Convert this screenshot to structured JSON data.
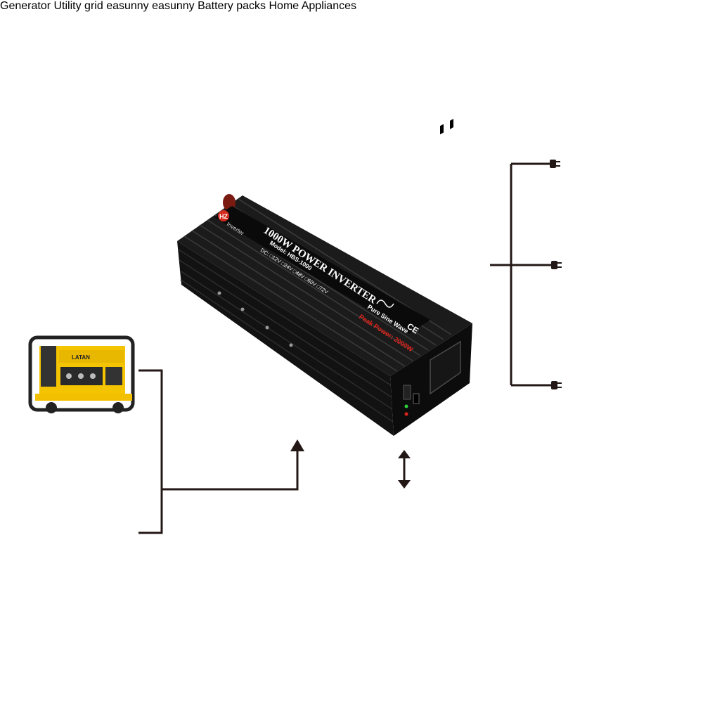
{
  "labels": {
    "generator": "Generator",
    "utility_grid": "Utility grid",
    "battery_packs": "Battery packs",
    "home_appliances": "Home Appliances"
  },
  "inverter": {
    "brand": "Inverter",
    "title": "1000W POWER INVERTER",
    "model": "Model: HBS-1000",
    "dc_options": "DC: □12V □24V □48V □60V □72V",
    "wave": "Pure Sine Wave",
    "cert": "CE",
    "peak": "Peak Power: 2000W"
  },
  "battery_brand": "easunny",
  "generator_brand": "LATAN",
  "colors": {
    "line": "#231815",
    "inverter_body": "#1b1b1b",
    "peak_text": "#e2231a",
    "generator_yellow": "#f5c400",
    "grass": "#3aa838",
    "fan_blue": "#2b9ed6"
  }
}
